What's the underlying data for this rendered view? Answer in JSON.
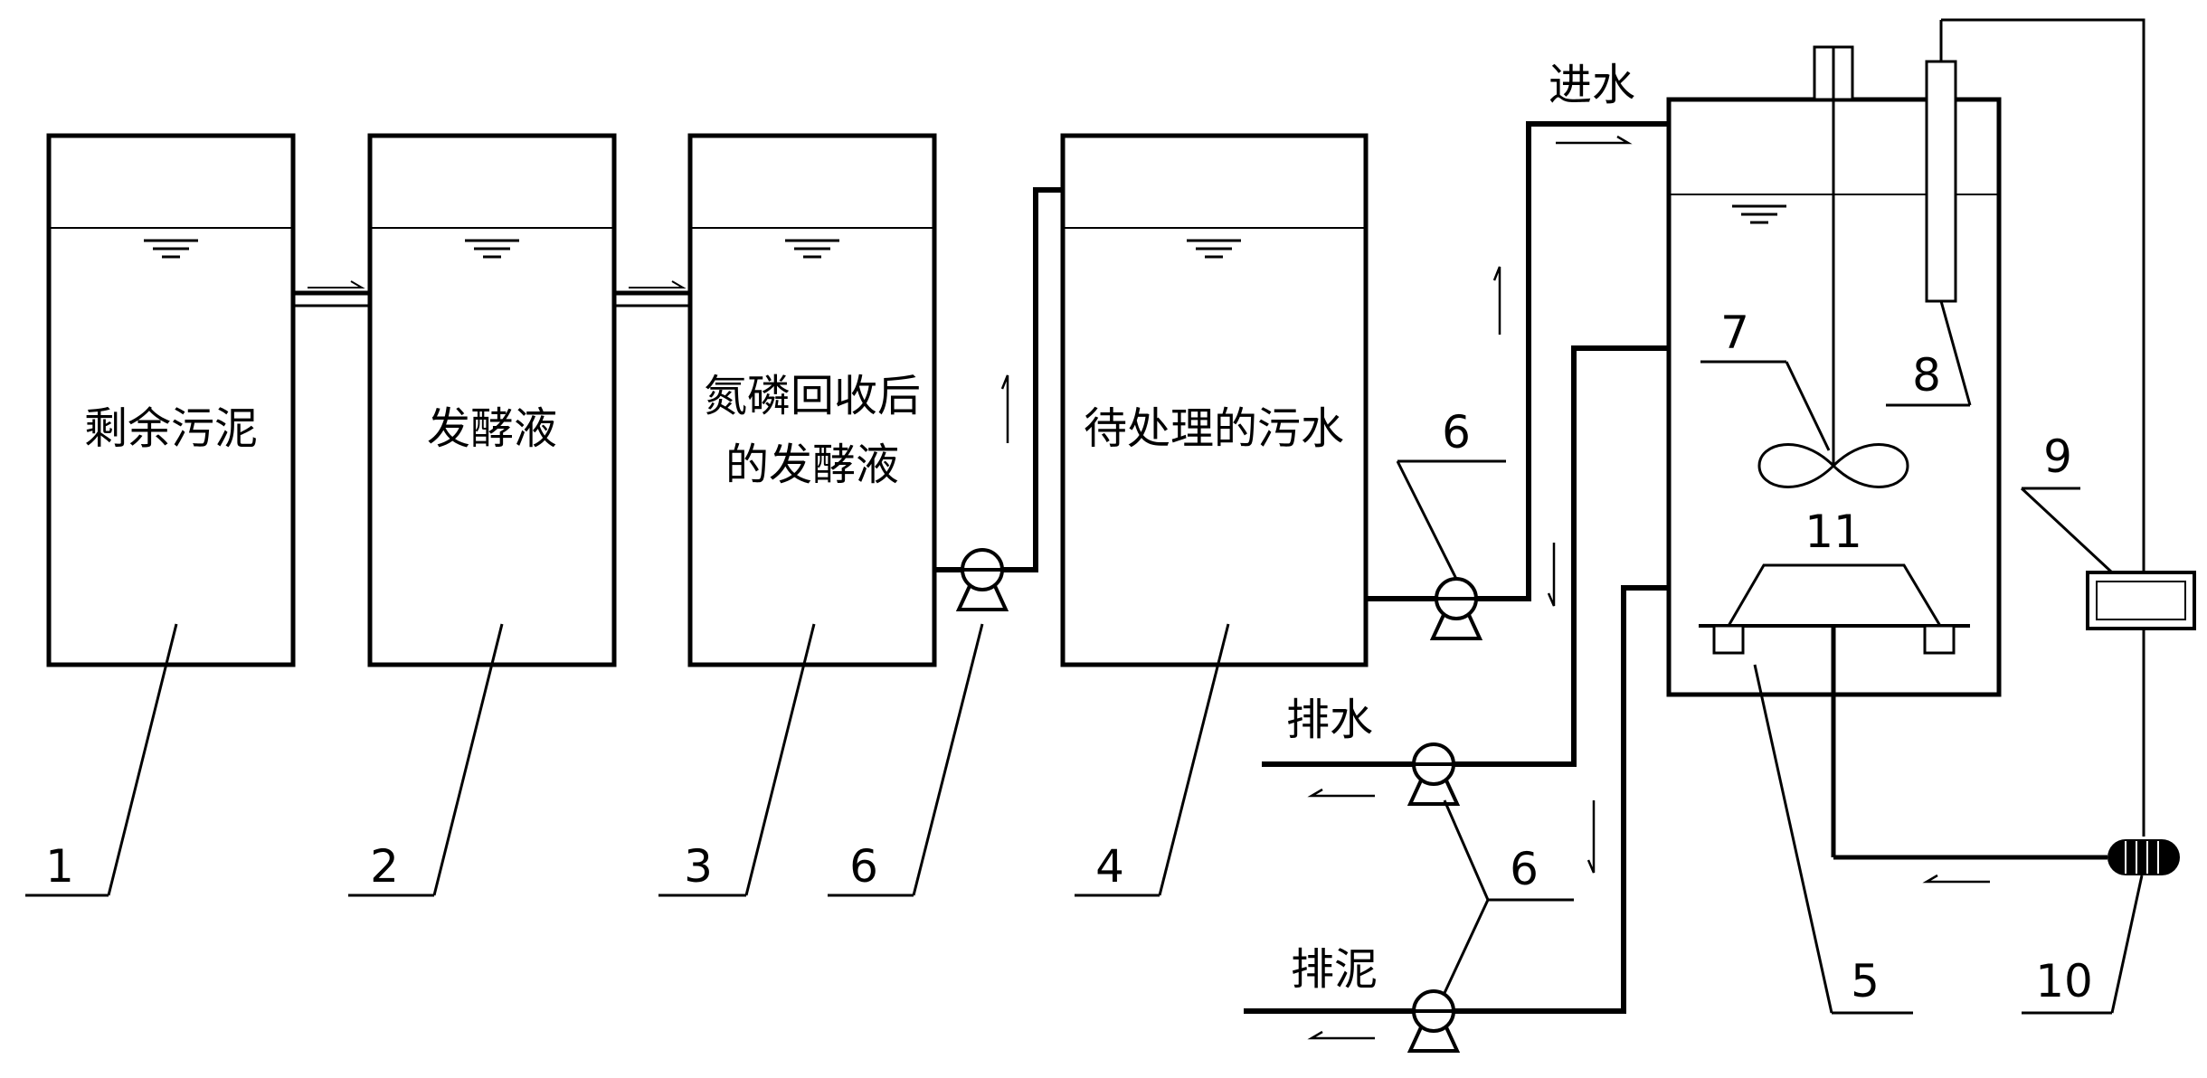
{
  "tanks": [
    {
      "number": "1",
      "lines": [
        "剩余污泥"
      ]
    },
    {
      "number": "2",
      "lines": [
        "发酵液"
      ]
    },
    {
      "number": "3",
      "lines": [
        "氮磷回收后",
        "的发酵液"
      ]
    },
    {
      "number": "4",
      "lines": [
        "待处理的污水"
      ]
    }
  ],
  "reactor": {
    "number": "5",
    "stirrer_number": "7",
    "probe_number": "8",
    "controller_number": "9",
    "blower_number": "10",
    "aerator_number": "11"
  },
  "pump_number": "6",
  "flows": {
    "inlet": "进水",
    "drain_water": "排水",
    "drain_sludge": "排泥"
  }
}
